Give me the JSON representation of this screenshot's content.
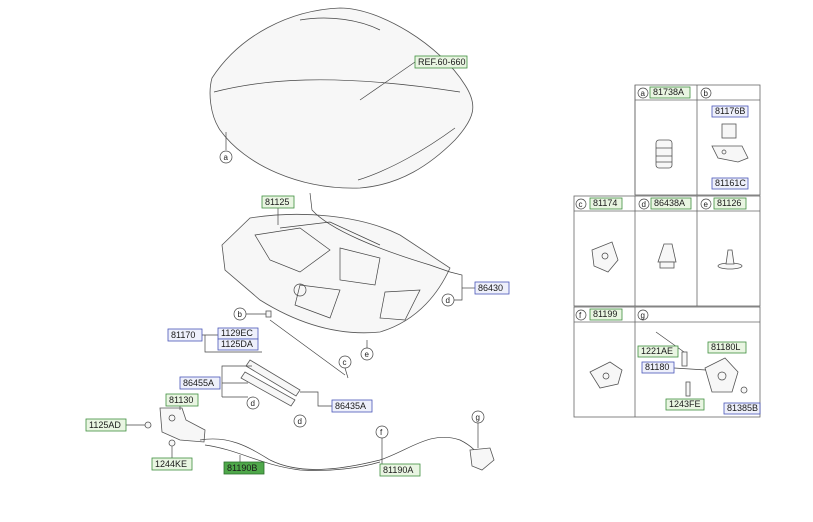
{
  "labels": {
    "ref": "REF.60-660",
    "p81125": "81125",
    "p86430": "86430",
    "p81170": "81170",
    "p1129EC": "1129EC",
    "p1125DA": "1125DA",
    "p86455A": "86455A",
    "p86435A": "86435A",
    "p81130": "81130",
    "p1125AD": "1125AD",
    "p1244KE": "1244KE",
    "p81190B": "81190B",
    "p81190A": "81190A"
  },
  "letters": {
    "a": "a",
    "b": "b",
    "c": "c",
    "d": "d",
    "e": "e",
    "f": "f",
    "g": "g"
  },
  "table": {
    "a_part": "81738A",
    "b_part": "81176B",
    "b_part2": "81161C",
    "c_part": "81174",
    "d_part": "86438A",
    "e_part": "81126",
    "f_part": "81199",
    "g_1221AE": "1221AE",
    "g_81180L": "81180L",
    "g_81180": "81180",
    "g_1243FE": "1243FE",
    "g_81385B": "81385B"
  },
  "colors": {
    "green_box": "#e9f5e2",
    "blue_box": "#eef0fb",
    "highlight": "#4fa84a"
  }
}
